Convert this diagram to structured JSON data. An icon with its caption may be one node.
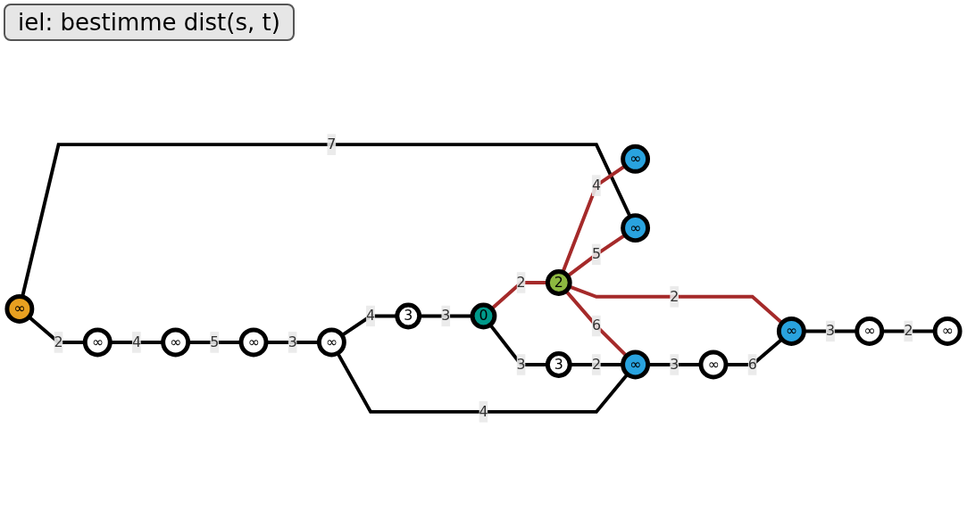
{
  "diagram": {
    "title": "iel: bestimme dist(s, t)",
    "nodes": [
      {
        "text": [
          "∞"
        ]
      },
      {
        "text": [
          "∞"
        ]
      },
      {
        "text": [
          "∞"
        ]
      },
      {
        "text": [
          "∞"
        ]
      },
      {
        "text": [
          "2"
        ]
      },
      {
        "text": [
          "∞"
        ]
      },
      {
        "text": [
          "∞"
        ]
      },
      {
        "text": [
          "∞"
        ]
      },
      {
        "text": [
          "0"
        ]
      },
      {
        "text": [
          "3"
        ]
      },
      {
        "text": [
          "∞"
        ]
      },
      {
        "text": [
          "∞"
        ]
      },
      {
        "text": [
          "3"
        ]
      },
      {
        "text": [
          "∞"
        ]
      },
      {
        "text": [
          "∞"
        ]
      },
      {
        "text": [
          "∞"
        ]
      }
    ],
    "edges": [
      {
        "from": 2,
        "to": 3,
        "arrow": "none",
        "label": "7"
      },
      {
        "from": 2,
        "to": 7,
        "arrow": "none",
        "label": "2"
      },
      {
        "from": 7,
        "to": 10,
        "arrow": "none",
        "label": "4"
      },
      {
        "from": 10,
        "to": 11,
        "arrow": "none",
        "label": "5"
      },
      {
        "from": 11,
        "to": 13,
        "arrow": "none",
        "label": "3"
      },
      {
        "from": 13,
        "to": 9,
        "arrow": "none",
        "label": "4"
      },
      {
        "from": 9,
        "to": 8,
        "arrow": "none",
        "label": "3"
      },
      {
        "from": 8,
        "to": 4,
        "arrow": "none",
        "label": "2",
        "color": "#a52a2a"
      },
      {
        "from": 8,
        "to": 12,
        "arrow": "none",
        "label": "3"
      },
      {
        "from": 12,
        "to": 14,
        "arrow": "none",
        "label": "2"
      },
      {
        "from": 13,
        "to": 14,
        "arrow": "none",
        "label": "4"
      },
      {
        "from": 14,
        "to": 15,
        "arrow": "none",
        "label": "3"
      },
      {
        "from": 15,
        "to": 5,
        "arrow": "none",
        "label": "6"
      },
      {
        "from": 4,
        "to": 0,
        "arrow": "none",
        "label": "4",
        "color": "#a52a2a"
      },
      {
        "from": 4,
        "to": 3,
        "arrow": "none",
        "label": "5",
        "color": "#a52a2a"
      },
      {
        "from": 4,
        "to": 5,
        "arrow": "none",
        "label": "2",
        "color": "#a52a2a"
      },
      {
        "from": 4,
        "to": 14,
        "arrow": "none",
        "label": "6",
        "color": "#a52a2a"
      },
      {
        "from": 5,
        "to": 6,
        "arrow": "none",
        "label": "3"
      },
      {
        "from": 6,
        "to": 1,
        "arrow": "none",
        "label": "2"
      }
    ]
  }
}
